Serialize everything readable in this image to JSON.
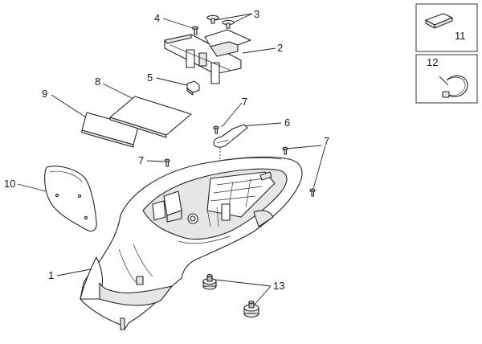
{
  "callouts": {
    "c1": "1",
    "c2": "2",
    "c3": "3",
    "c4": "4",
    "c5": "5",
    "c6": "6",
    "c7a": "7",
    "c7b": "7",
    "c7c": "7",
    "c8": "8",
    "c9": "9",
    "c10": "10",
    "c11": "11",
    "c12": "12",
    "c13": "13"
  }
}
